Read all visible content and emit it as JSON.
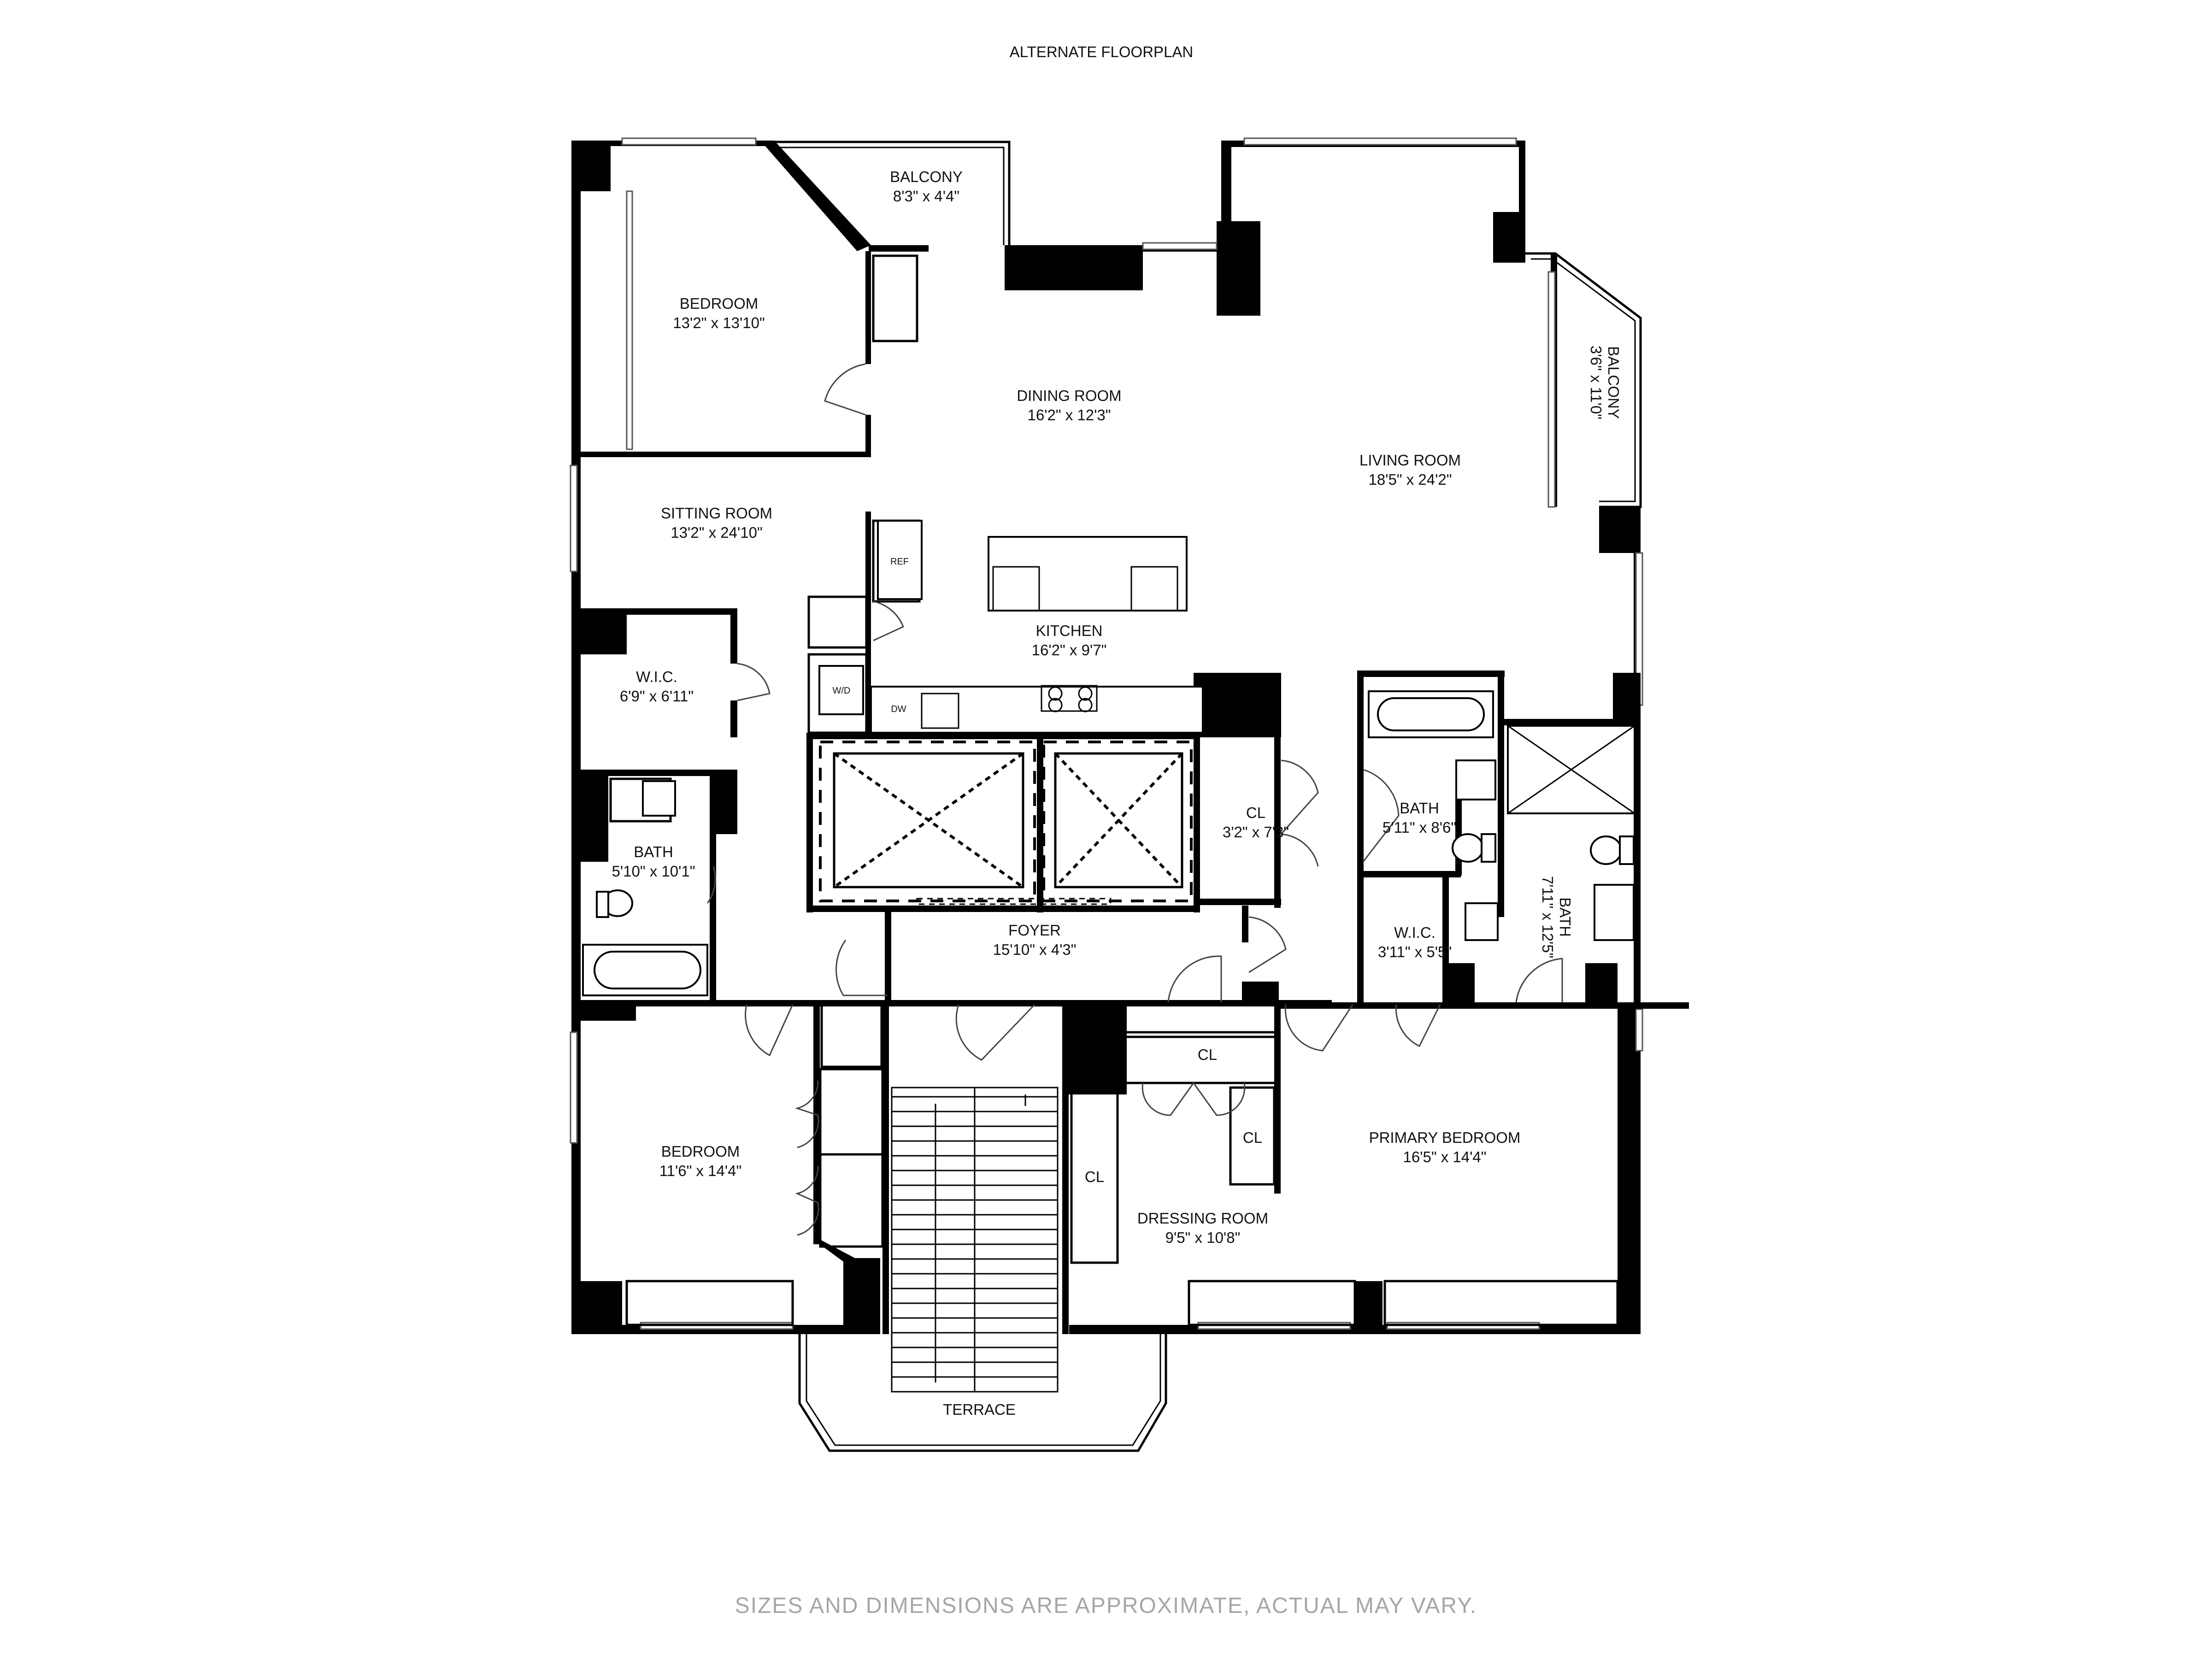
{
  "title": "ALTERNATE FLOORPLAN",
  "disclaimer": "SIZES AND DIMENSIONS ARE APPROXIMATE, ACTUAL MAY VARY.",
  "rooms": {
    "bedroom_nw": {
      "name": "BEDROOM",
      "dims": "13'2\" x 13'10\""
    },
    "balcony_n": {
      "name": "BALCONY",
      "dims": "8'3\" x 4'4\""
    },
    "dining": {
      "name": "DINING ROOM",
      "dims": "16'2\" x 12'3\""
    },
    "living": {
      "name": "LIVING ROOM",
      "dims": "18'5\" x 24'2\""
    },
    "balcony_e": {
      "name": "BALCONY",
      "dims": "3'6\" x 11'0\""
    },
    "sitting": {
      "name": "SITTING ROOM",
      "dims": "13'2\" x 24'10\""
    },
    "kitchen": {
      "name": "KITCHEN",
      "dims": "16'2\" x 9'7\""
    },
    "wic_w": {
      "name": "W.I.C.",
      "dims": "6'9\" x 6'11\""
    },
    "bath_w": {
      "name": "BATH",
      "dims": "5'10\" x 10'1\""
    },
    "cl_center": {
      "name": "CL",
      "dims": "3'2\" x 7'3\""
    },
    "bath_mid": {
      "name": "BATH",
      "dims": "5'11\" x 8'6\""
    },
    "wic_e": {
      "name": "W.I.C.",
      "dims": "3'11\" x 5'5\""
    },
    "bath_e": {
      "name": "BATH",
      "dims": "7'11\" x 12'5\""
    },
    "foyer": {
      "name": "FOYER",
      "dims": "15'10\" x 4'3\""
    },
    "bedroom_sw": {
      "name": "BEDROOM",
      "dims": "11'6\" x 14'4\""
    },
    "primary": {
      "name": "PRIMARY BEDROOM",
      "dims": "16'5\" x 14'4\""
    },
    "dressing": {
      "name": "DRESSING ROOM",
      "dims": "9'5\" x 10'8\""
    },
    "terrace": {
      "name": "TERRACE"
    }
  },
  "closets": {
    "cl_a": "CL",
    "cl_b": "CL",
    "cl_c": "CL"
  },
  "appliances": {
    "ref": "REF",
    "wd": "W/D",
    "dw": "DW"
  }
}
